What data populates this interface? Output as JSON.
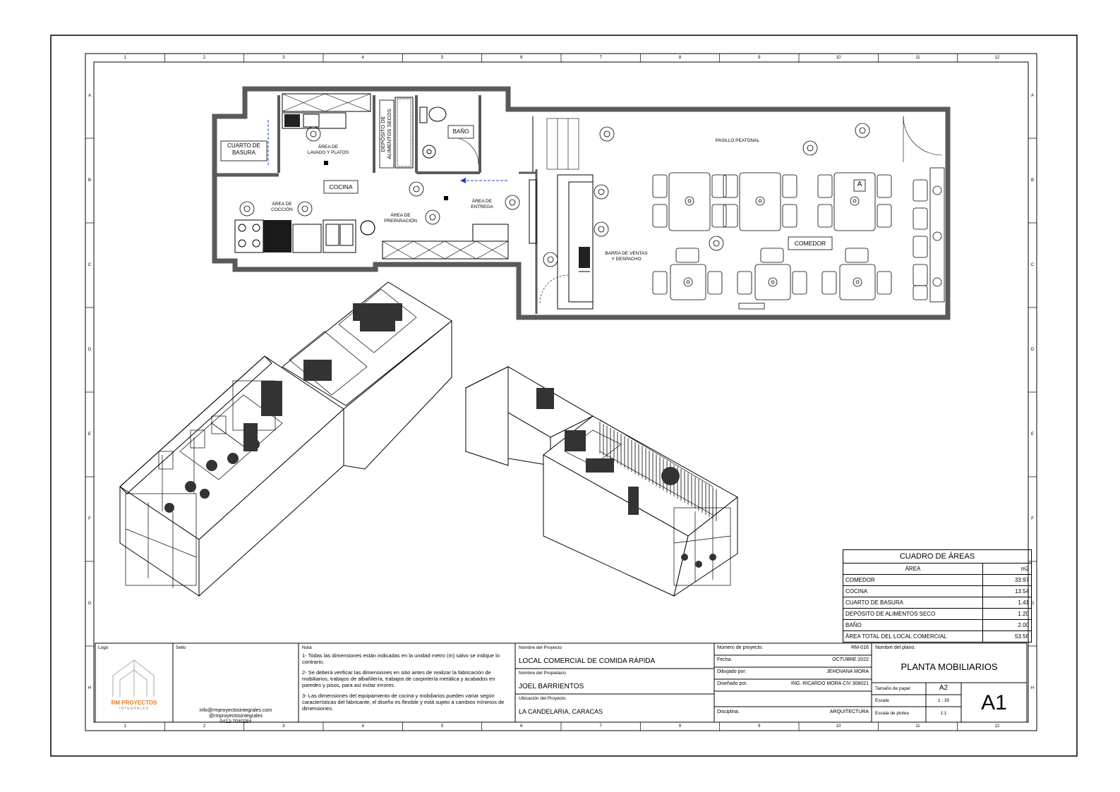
{
  "grid": {
    "cols": [
      "1",
      "2",
      "3",
      "4",
      "5",
      "6",
      "7",
      "8",
      "9",
      "10",
      "11",
      "12"
    ],
    "rows": [
      "A",
      "B",
      "C",
      "D",
      "E",
      "F",
      "G",
      "H"
    ]
  },
  "plan": {
    "rooms": {
      "basura": [
        "CUARTO DE",
        "BASURA"
      ],
      "lavado": [
        "ÁREA DE",
        "LAVADO Y PLATOS"
      ],
      "deposito": [
        "DEPÓSITO DE",
        "ALIMENTOS SECOS"
      ],
      "bano": "BAÑO",
      "cocina": "COCINA",
      "coccion": [
        "ÁREA DE",
        "COCCIÓN"
      ],
      "preparacion": [
        "ÁREA DE",
        "PREPARACIÓN"
      ],
      "entrega": [
        "ÁREA DE",
        "ENTREGA"
      ],
      "pasillo": "PASILLO PEATONAL",
      "barra": [
        "BARRA DE VENTAS",
        "Y DESPACHO"
      ],
      "comedor": "COMEDOR",
      "tag_a": "A"
    }
  },
  "areas_table": {
    "title": "CUADRO DE ÁREAS",
    "col_area": "ÁREA",
    "col_unit": "m2",
    "rows": [
      {
        "name": "COMEDOR",
        "value": "33.97"
      },
      {
        "name": "COCINA",
        "value": "13.54"
      },
      {
        "name": "CUARTO DE BASURA",
        "value": "1.41"
      },
      {
        "name": "DEPÓSITO DE ALIMENTOS SECO",
        "value": "1.20"
      },
      {
        "name": "BAÑO",
        "value": "2.00"
      },
      {
        "name": "ÁREA TOTAL DEL LOCAL COMERCIAL",
        "value": "53.56"
      }
    ]
  },
  "title_block": {
    "logo_label": "Logo",
    "logo_text": "RM PROYECTOS",
    "logo_sub": "INTEGRALES",
    "sello_label": "Sello",
    "contact": [
      "info@rmproyectosintegrales.com",
      "@rmproyectosintegrales",
      "0412-7040284"
    ],
    "nota_label": "Nota",
    "notes": [
      "1- Todas las dimensiones están indicadas en la unidad metro (m) salvo se indique lo contrario.",
      "2- Se deberá verificar las dimensiones en sitio antes de realizar la fabricación de mobiliarios, trabajos de albañilería, trabajos de carpintería metálica y acabados en paredes y pisos, para así evitar errores.",
      "3- Las dimensiones del equipamiento de cocina y mobiliarios pueden variar según características del fabricante, el diseño es flexible y está sujeto a cambios mínimos de dimensiones."
    ],
    "project_name_label": "Nombre del Proyecto",
    "project_name": "LOCAL COMERCIAL DE COMIDA RÁPIDA",
    "owner_label": "Nombre del Propietario",
    "owner": "JOEL BARRIENTOS",
    "location_label": "Ubicación del Proyecto",
    "location": "LA CANDELARIA, CARACAS",
    "fields": [
      {
        "label": "Número de proyecto.",
        "value": "RM-016"
      },
      {
        "label": "Fecha.",
        "value": "OCTUBRE 2022"
      },
      {
        "label": "Dibujado por.",
        "value": "JEHOVANA MORA"
      },
      {
        "label": "Diseñado por.",
        "value": "ING. RICARDO MORA CIV 308021"
      },
      {
        "label": "",
        "value": ""
      },
      {
        "label": "Disciplina.",
        "value": "ARQUITECTURA"
      }
    ],
    "plan_name_label": "Nombre del plano.",
    "plan_name": "PLANTA MOBILIARIOS",
    "paper_label": "Tamaño de papel",
    "paper": "A2",
    "scale_label": "Escala",
    "scale": "1 : 35",
    "ploteo_label": "Escala de ploteo",
    "ploteo": "1:1",
    "sheet": "A1"
  },
  "colors": {
    "wall": "#5a5a5a",
    "line": "#000000",
    "marker": "#1f3fbf"
  }
}
